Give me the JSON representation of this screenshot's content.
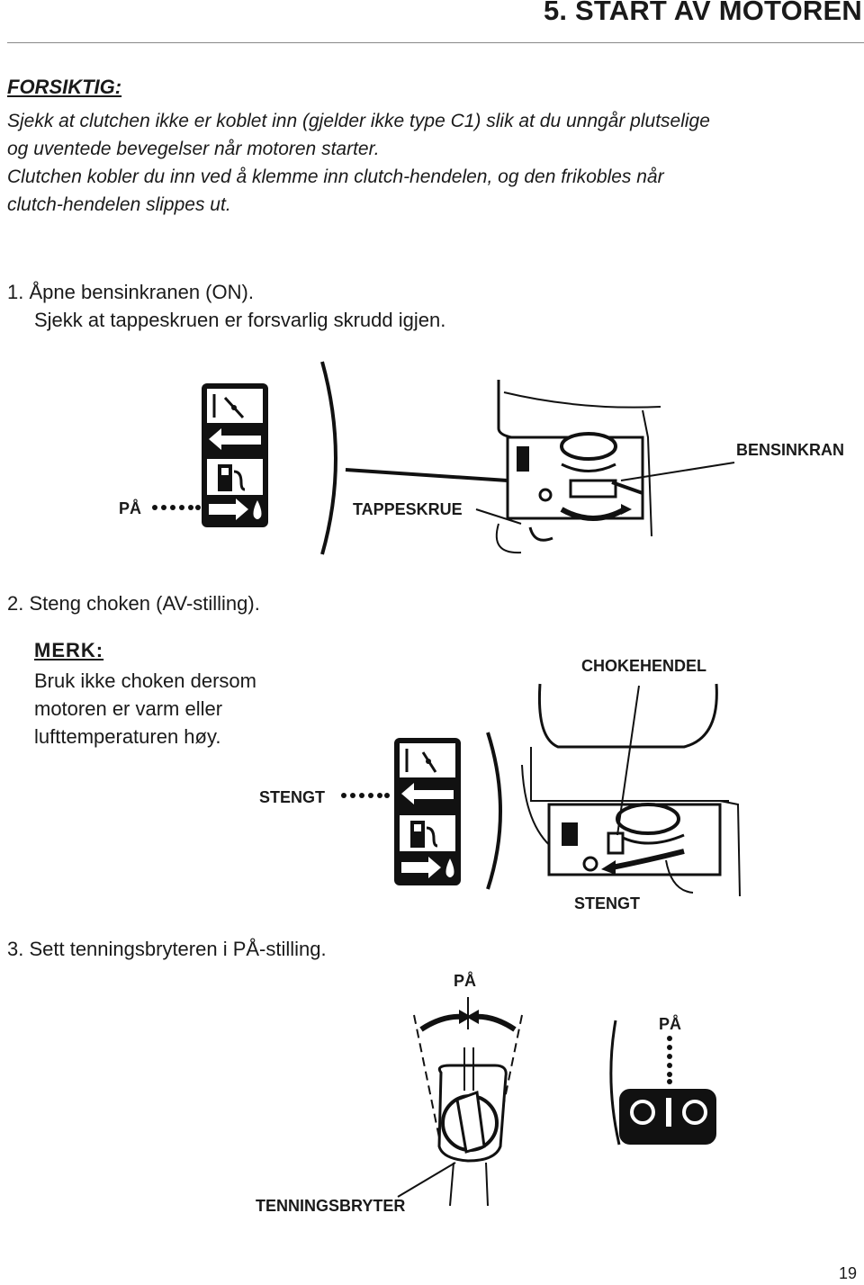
{
  "header": {
    "title": "5. START AV MOTOREN"
  },
  "caution": {
    "title": "FORSIKTIG:",
    "lines": [
      "Sjekk at clutchen ikke er koblet inn (gjelder ikke type C1) slik at du unngår plutselige",
      "og uventede bevegelser når motoren starter.",
      "Clutchen kobler du inn ved å klemme inn clutch-hendelen, og den frikobles når",
      "clutch-hendelen slippes ut."
    ]
  },
  "step1": {
    "lines": [
      "1. Åpne bensinkranen (ON).",
      "Sjekk at tappeskruen er forsvarlig skrudd igjen."
    ],
    "labels": {
      "on": "PÅ",
      "drain_screw": "TAPPESKRUE",
      "fuel_valve": "BENSINKRAN"
    }
  },
  "step2": {
    "line": "2. Steng choken (AV-stilling).",
    "note_title": "MERK:",
    "note_lines": [
      "Bruk ikke choken dersom",
      "motoren er varm eller",
      "lufttemperaturen høy."
    ],
    "labels": {
      "closed_left": "STENGT",
      "choke_lever": "CHOKEHENDEL",
      "closed_bottom": "STENGT"
    }
  },
  "step3": {
    "line": "3. Sett tenningsbryteren i PÅ-stilling.",
    "labels": {
      "on_top": "PÅ",
      "on_right": "PÅ",
      "ignition_switch": "TENNINGSBRYTER"
    }
  },
  "page_number": "19"
}
